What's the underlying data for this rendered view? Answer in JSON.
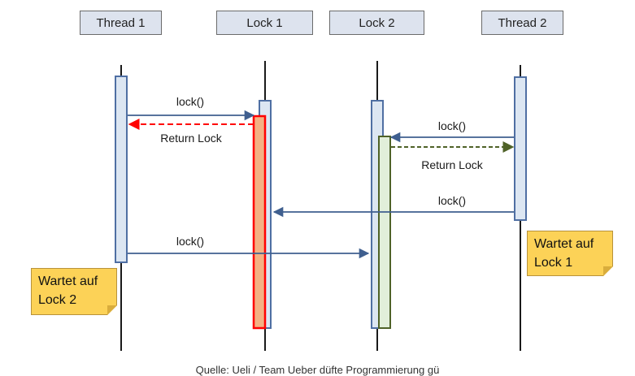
{
  "participants": [
    "Thread 1",
    "Lock 1",
    "Lock 2",
    "Thread 2"
  ],
  "messages": {
    "m1": "lock()",
    "m2": "Return Lock",
    "m3": "lock()",
    "m4": "Return Lock",
    "m5": "lock()",
    "m6": "lock()"
  },
  "notes": {
    "thread1": "Wartet auf Lock 2",
    "thread2": "Wartet auf Lock 1"
  },
  "caption": "Quelle: Ueli / Team Ueber düfte Programmierung gü",
  "colors": {
    "header_fill": "#dde3ee",
    "activation_fill": "#dce6f2",
    "activation_border": "#4f6fa3",
    "arrow": "#3f5f8f",
    "lock1_held_fill": "#f4b183",
    "lock1_held_border": "#ff0000",
    "lock2_held_fill": "#e2efda",
    "lock2_held_border": "#4f6228",
    "return1": "#ff0000",
    "return2": "#4f6228",
    "note_fill": "#fcd257"
  }
}
